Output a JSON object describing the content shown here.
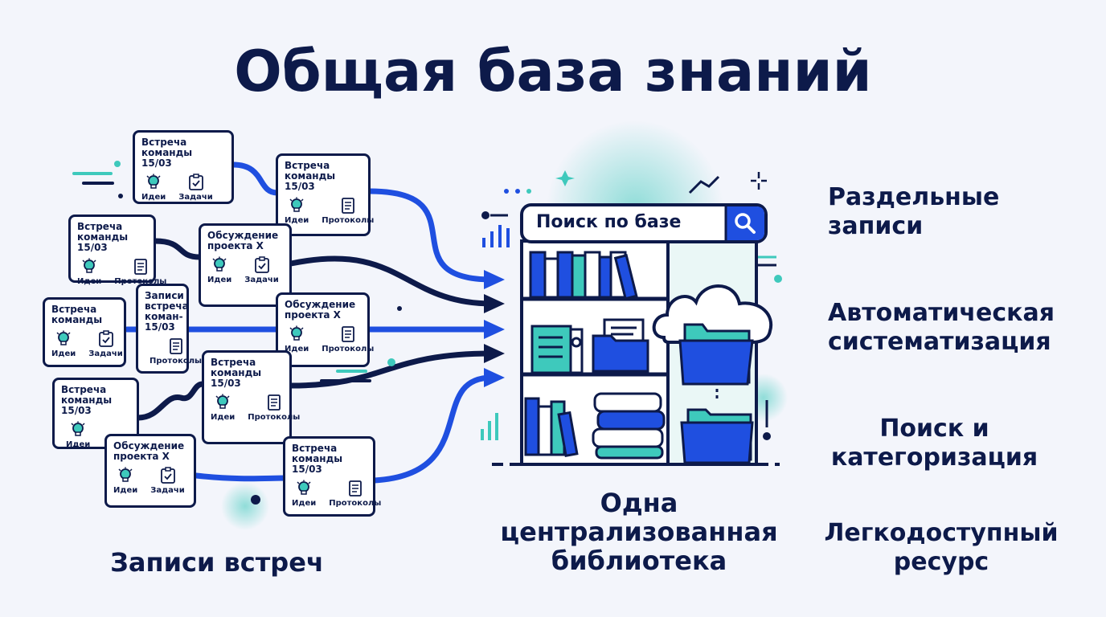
{
  "title": "Общая база знаний",
  "cards": [
    {
      "title_lines": [
        "Встреча",
        "команды 15/03"
      ],
      "icons": [
        {
          "name": "bulb",
          "label": "Идеи"
        },
        {
          "name": "tasks",
          "label": "Задачи"
        }
      ]
    },
    {
      "title_lines": [
        "Встреча",
        "команды 15/03"
      ],
      "icons": [
        {
          "name": "bulb",
          "label": "Идеи"
        },
        {
          "name": "doc",
          "label": "Протоколы"
        }
      ]
    },
    {
      "title_lines": [
        "Встреча",
        "команды 15/03"
      ],
      "icons": [
        {
          "name": "bulb",
          "label": "Идеи"
        },
        {
          "name": "doc",
          "label": "Протоколы"
        }
      ]
    },
    {
      "title_lines": [
        "Обсуждение",
        "проекта X"
      ],
      "icons": [
        {
          "name": "bulb",
          "label": "Идеи"
        },
        {
          "name": "tasks",
          "label": "Задачи"
        }
      ]
    },
    {
      "title_lines": [
        "Встреча",
        "команды"
      ],
      "icons": [
        {
          "name": "bulb",
          "label": "Идеи"
        },
        {
          "name": "tasks",
          "label": "Задачи"
        }
      ]
    },
    {
      "title_lines": [
        "Записи",
        "встреча",
        "коман-",
        "15/03"
      ],
      "icons": [
        {
          "name": "doc",
          "label": "Протоколы"
        }
      ]
    },
    {
      "title_lines": [
        "Обсуждение",
        "проекта X"
      ],
      "icons": [
        {
          "name": "bulb",
          "label": "Идеи"
        },
        {
          "name": "doc",
          "label": "Протоколы"
        }
      ]
    },
    {
      "title_lines": [
        "Встреча",
        "команды 15/03"
      ],
      "icons": [
        {
          "name": "bulb",
          "label": "Идеи"
        },
        {
          "name": "doc",
          "label": "Протоколы"
        }
      ]
    },
    {
      "title_lines": [
        "Встреча",
        "команды 15/03"
      ],
      "icons": [
        {
          "name": "bulb",
          "label": "Идеи"
        }
      ]
    },
    {
      "title_lines": [
        "Обсуждение",
        "проекта X"
      ],
      "icons": [
        {
          "name": "bulb",
          "label": "Идеи"
        },
        {
          "name": "tasks",
          "label": "Задачи"
        }
      ]
    },
    {
      "title_lines": [
        "Встреча",
        "команды",
        "15/03"
      ],
      "icons": [
        {
          "name": "bulb",
          "label": "Идеи"
        },
        {
          "name": "doc",
          "label": "Протоколы"
        }
      ]
    }
  ],
  "search": {
    "placeholder": "Поиск по базе"
  },
  "features": [
    {
      "lines": [
        "Раздельные",
        "записи"
      ]
    },
    {
      "lines": [
        "Автоматическая",
        "систематизация"
      ]
    },
    {
      "lines": [
        "Поиск и",
        "категоризация"
      ]
    },
    {
      "lines": [
        "Легкодоступный",
        "ресурс"
      ]
    }
  ],
  "captions": {
    "left": "Записи встреч",
    "center_lines": [
      "Одна",
      "централизованная",
      "библиотека"
    ]
  },
  "colors": {
    "navy": "#0d1a4a",
    "blue": "#1f4fe0",
    "teal": "#3ec9bc",
    "tealLight": "#bfeee8"
  }
}
